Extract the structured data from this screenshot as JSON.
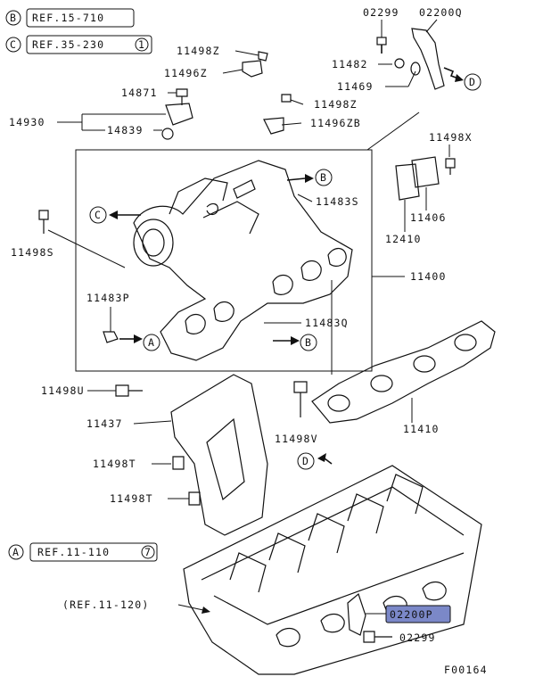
{
  "refs": {
    "b_ref": {
      "letter": "B",
      "text": "REF.15-710"
    },
    "c_ref": {
      "letter": "C",
      "text": "REF.35-230",
      "num": "1"
    },
    "a_ref": {
      "letter": "A",
      "text": "REF.11-110",
      "num": "7"
    },
    "head_ref": "(REF.11-120)"
  },
  "parts": {
    "p02299_top": "02299",
    "p02200q": "02200Q",
    "p11482": "11482",
    "p11469": "11469",
    "p11498z_a": "11498Z",
    "p11496z": "11496Z",
    "p14871": "14871",
    "p14930": "14930",
    "p14839": "14839",
    "p11498z_b": "11498Z",
    "p11496zb": "11496ZB",
    "p11498x": "11498X",
    "p11483s": "11483S",
    "p11406": "11406",
    "p12410": "12410",
    "p11498s": "11498S",
    "p11400": "11400",
    "p11483p": "11483P",
    "p11483q": "11483Q",
    "p11498u": "11498U",
    "p11437": "11437",
    "p11410": "11410",
    "p11498v": "11498V",
    "p11498t_a": "11498T",
    "p11498t_b": "11498T",
    "p02200p": "02200P",
    "p02299_bot": "02299"
  },
  "markers": {
    "arrow_b1": "B",
    "arrow_b2": "B",
    "arrow_c": "C",
    "arrow_a": "A",
    "arrow_d1": "D",
    "arrow_d2": "D"
  },
  "figure_id": "F00164",
  "highlight_color": "#7b88c8"
}
